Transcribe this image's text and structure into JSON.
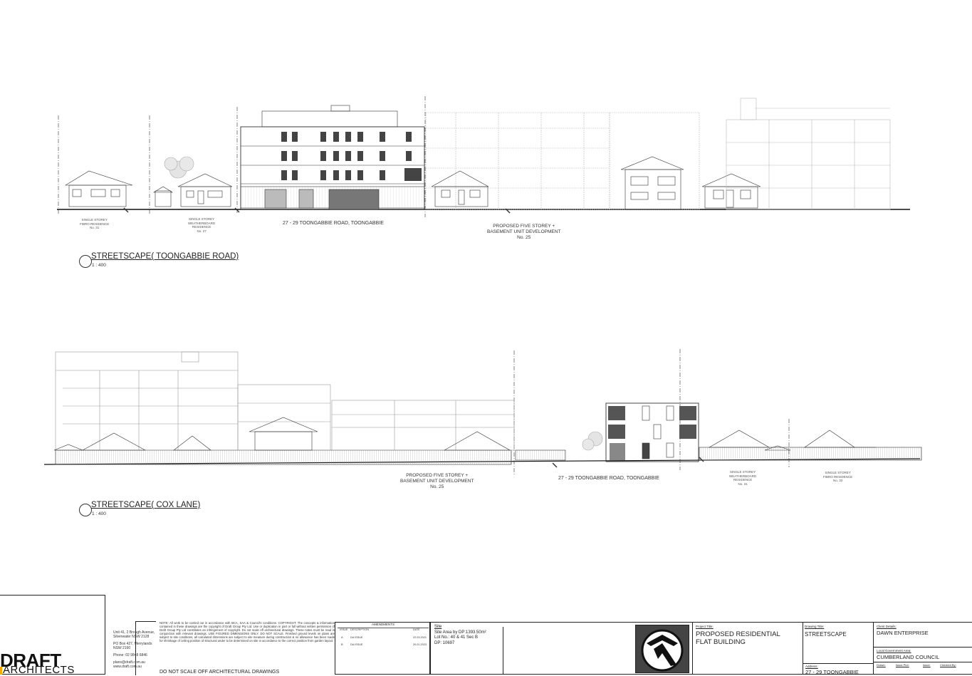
{
  "drawings": [
    {
      "title": "STREETSCAPE( TOONGABBIE ROAD)",
      "scale": "1 : 400",
      "labels": [
        {
          "lines": [
            "SINGLE STOREY",
            "FIBRO RESIDENCE",
            "No. 31"
          ]
        },
        {
          "lines": [
            "SINGLE STOREY",
            "WEATHERBOARD",
            "RESIDENCE",
            "No. 27"
          ]
        },
        {
          "lines": [
            "27 - 29 TOONGABBIE ROAD, TOONGABBIE"
          ]
        },
        {
          "lines": [
            "PROPOSED FIVE STOREY +",
            "BASEMENT UNIT DEVELOPMENT",
            "No. 25"
          ]
        }
      ]
    },
    {
      "title": "STREETSCAPE( COX LANE)",
      "scale": "1 : 400",
      "labels": [
        {
          "lines": [
            "PROPOSED FIVE STOREY +",
            "BASEMENT UNIT DEVELOPMENT",
            "No. 25"
          ]
        },
        {
          "lines": [
            "27 - 29 TOONGABBIE ROAD, TOONGABBIE"
          ]
        },
        {
          "lines": [
            "SINGLE STOREY",
            "WEATHERBOARD",
            "RESIDENCE",
            "No. 31"
          ]
        },
        {
          "lines": [
            "SINGLE STOREY",
            "FIBRO RESIDENCE",
            "No. 33"
          ]
        }
      ]
    }
  ],
  "titleblock": {
    "logo_main": "DRAFT",
    "logo_sub": "ARCHITECTS",
    "address_lines": [
      "Unit 41, 2 Brough Avenue,",
      "Silverwater NSW 2128",
      "",
      "PO Box 427, Merrylands",
      "NSW 2160",
      "",
      "Phone: 02 9848 6846",
      "",
      "plans@draft.com.au",
      "www.draft.com.au"
    ],
    "notes": "NOTE: All work to be carried out in accordance with BCA, SAA & Council's conditions. COPYRIGHT: The concepts & information contained in these drawings are the copyright of Draft Group Pty Ltd. Use or duplication in part or full without written permission of Draft Group Pty Ltd constitutes an infringement of copyright. Do not scale off architectural drawings. These notes must be read in conjunction with relevant drawings. USE FIGURED DIMENSIONS ONLY. DO NOT SCALE. Finished ground levels on plans are subject to site conditions, all calculated dimensions are subject to site measure during construction & no allowance has been made for shrinkage of ceiling position of structural under to be determined on site in accordance to the correct position from garden layout.",
    "do_not_scale": "DO NOT SCALE OFF ARCHITECTURAL DRAWINGS",
    "amendments_title": "AMENDMENTS",
    "amendments_headers": [
      "ISSUE",
      "DESCRIPTION",
      "DATE"
    ],
    "amendments_rows": [
      [
        "A",
        "DA ISSUE",
        "22.03.2021"
      ],
      [
        "B",
        "DA ISSUE",
        "20.01.2023"
      ]
    ],
    "site_lines": [
      "Site",
      "Site Area by DP:1393.50m²",
      "Lot No.: 40 & 41 Sec B",
      "DP: 10697"
    ],
    "project_title_label": "Project Title:",
    "project_title": [
      "PROPOSED RESIDENTIAL",
      "FLAT BUILDING"
    ],
    "drawing_title_label": "Drawing Title:",
    "drawing_title": "STREETSCAPE",
    "address_label": "Address:",
    "address_value": "27 - 29 TOONGABBIE",
    "client_label": "Client Details:",
    "client": "DAWN ENTERPRISE",
    "lga_label": "Local Government Area:",
    "lga": "CUMBERLAND COUNCIL",
    "small_labels": [
      "Drawn:",
      "Issue Plot:",
      "Issue:",
      "Checked By:"
    ]
  }
}
